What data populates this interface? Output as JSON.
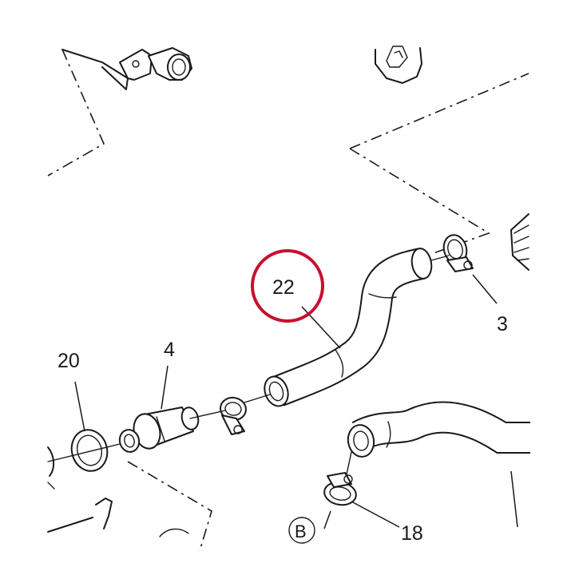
{
  "callouts": [
    {
      "id": "callout-22",
      "label": "22",
      "highlighted": true
    },
    {
      "id": "callout-3",
      "label": "3"
    },
    {
      "id": "callout-4",
      "label": "4"
    },
    {
      "id": "callout-20",
      "label": "20"
    },
    {
      "id": "callout-18",
      "label": "18"
    },
    {
      "id": "callout-b",
      "label": "B"
    }
  ],
  "colors": {
    "highlight_ring": "#c8102e",
    "line": "#1a1a1a",
    "background": "#ffffff"
  }
}
